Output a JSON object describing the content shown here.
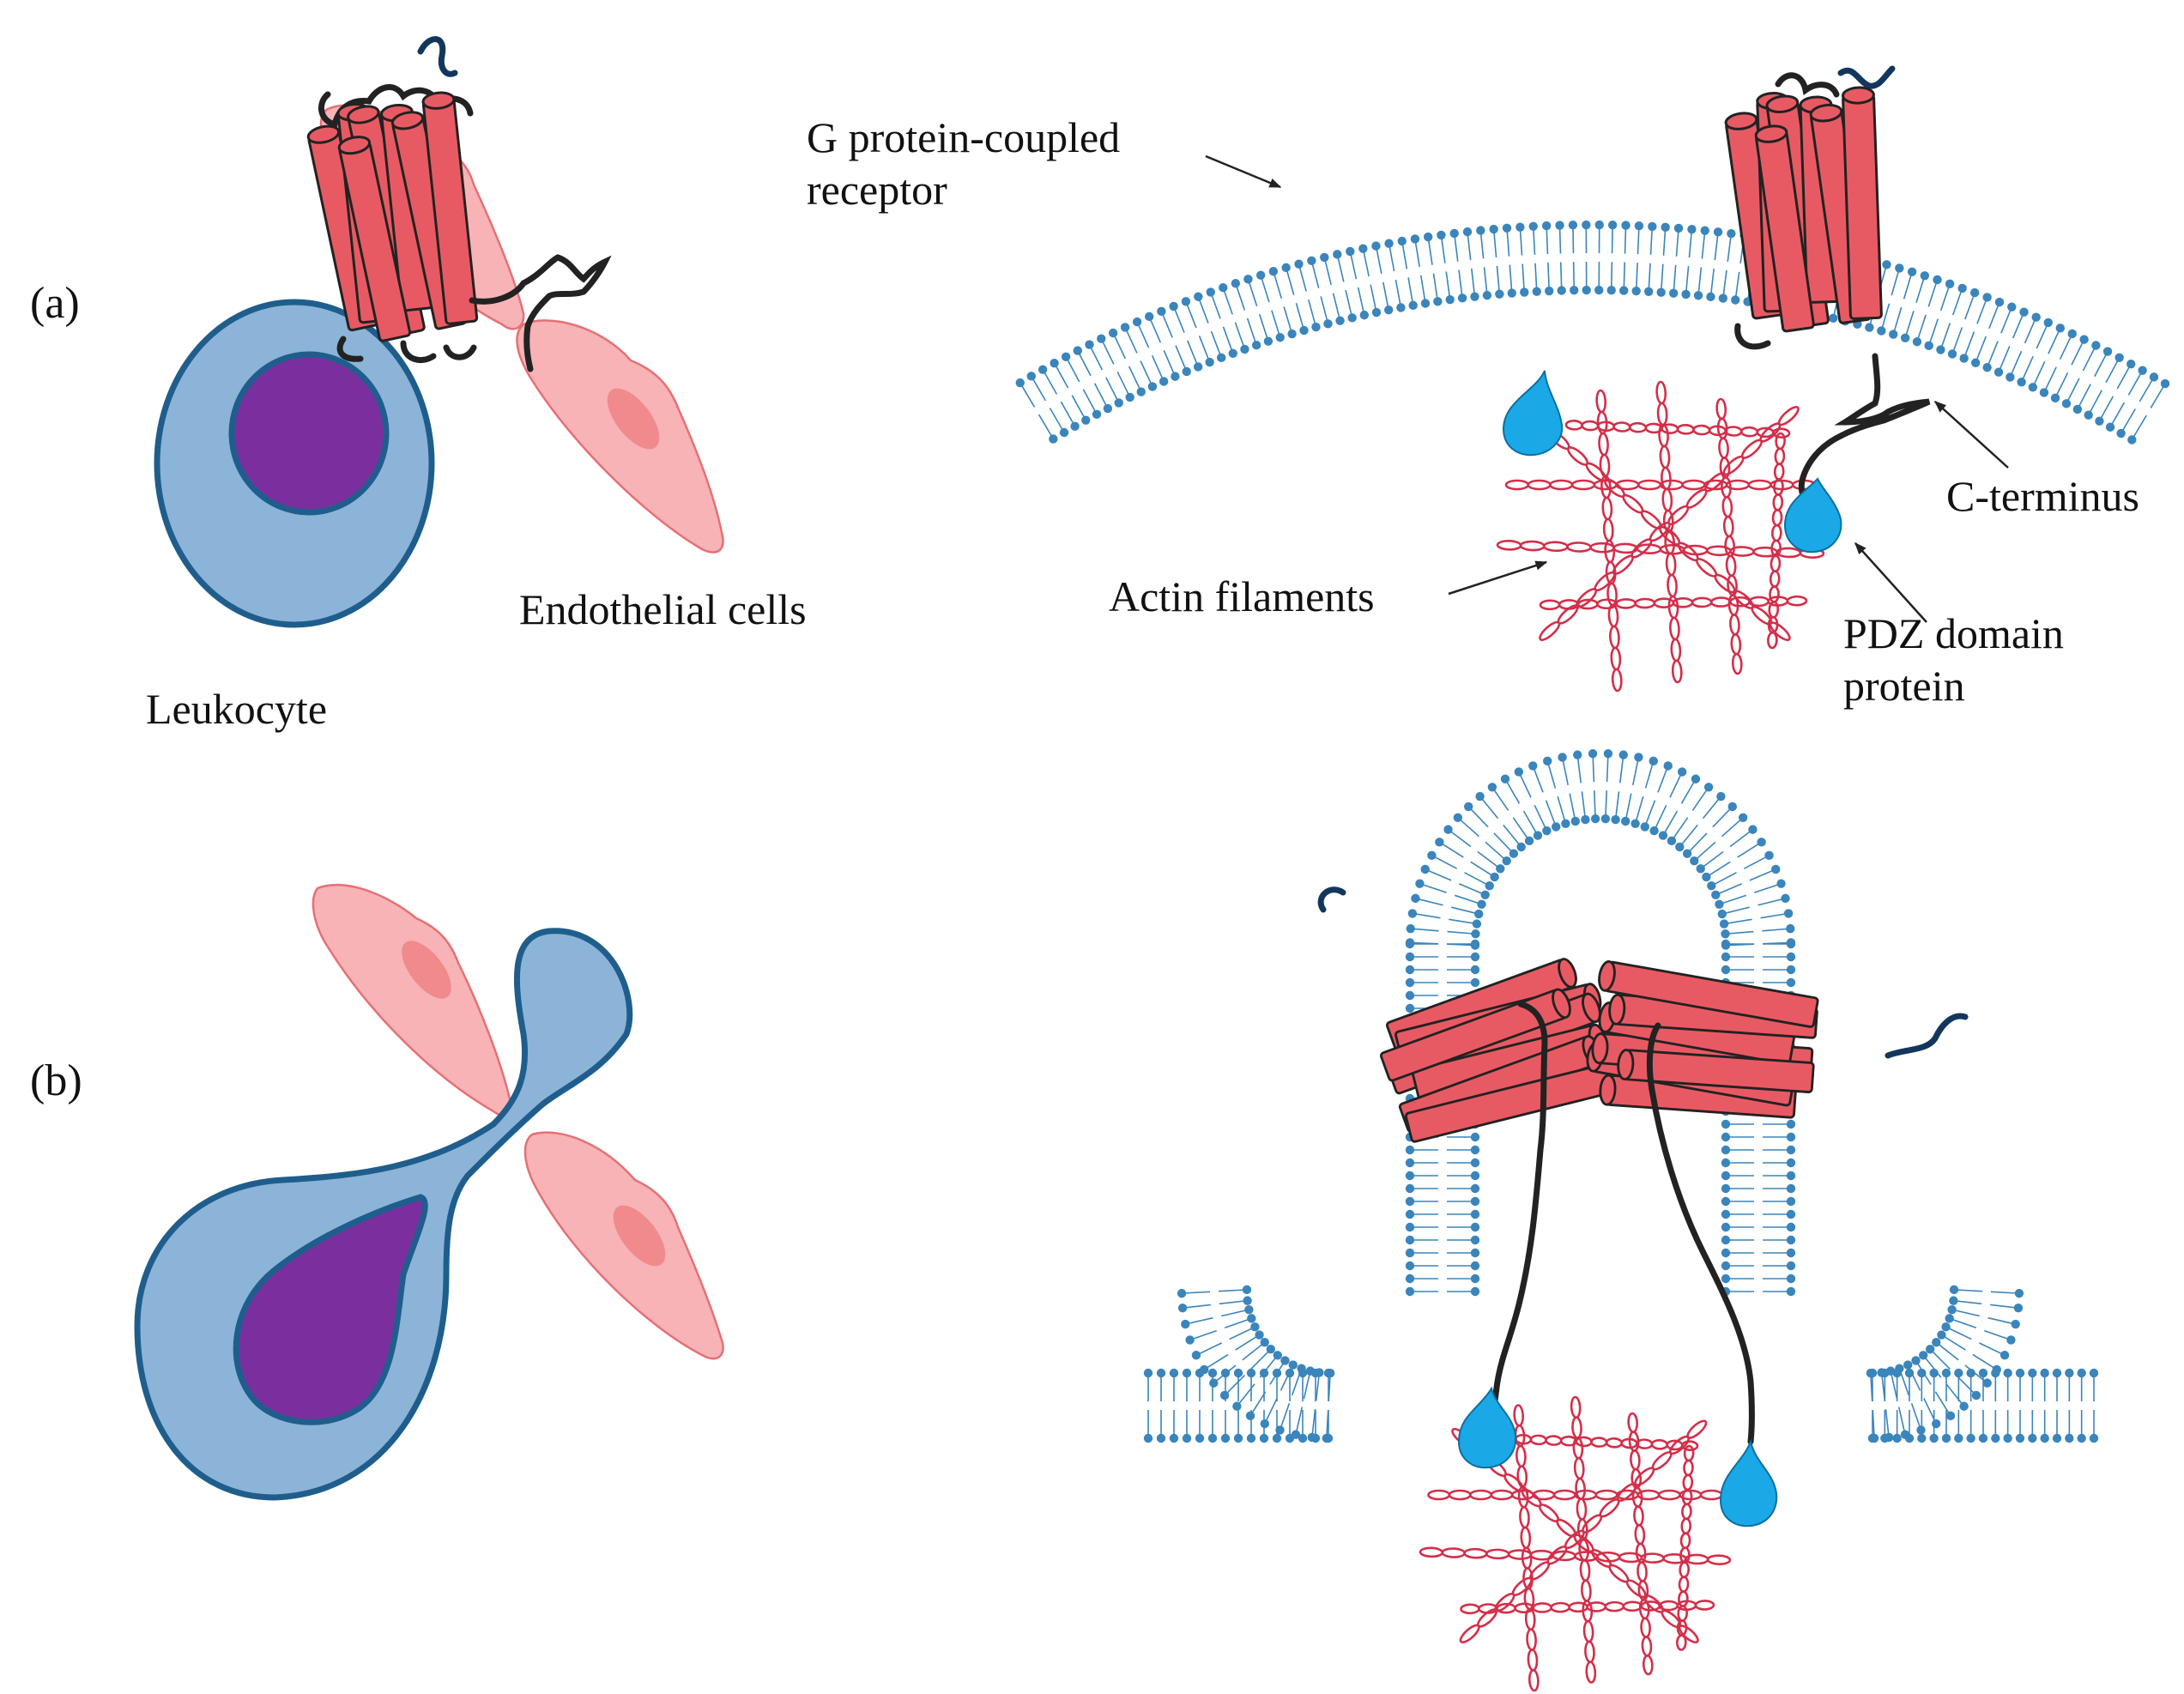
{
  "panels": {
    "a": {
      "label": "(a)"
    },
    "b": {
      "label": "(b)"
    }
  },
  "labels": {
    "leukocyte": "Leukocyte",
    "endothelial": "Endothelial cells",
    "gpcr_line1": "G protein-coupled",
    "gpcr_line2": "receptor",
    "c_terminus": "C-terminus",
    "actin": "Actin filaments",
    "pdz_line1": "PDZ domain",
    "pdz_line2": "protein"
  },
  "colors": {
    "cytoplasm": "#8cb4d8",
    "cell_outline": "#1f5e8c",
    "nucleus": "#7b2f9e",
    "endothelial_fill": "#f7b3b5",
    "endothelial_outline": "#e57075",
    "endothelial_nucleus": "#f08a8d",
    "membrane": "#3a85bc",
    "receptor": "#e85a63",
    "receptor_outline": "#222222",
    "pdz": "#1aa8e6",
    "actin": "#d42e49"
  }
}
